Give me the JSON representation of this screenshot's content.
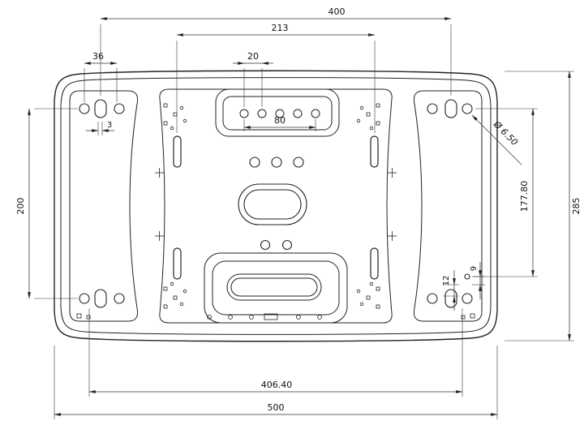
{
  "drawing": {
    "type": "engineering-drawing",
    "subject": "tv-wall-mount-plate-front-view",
    "colors": {
      "line": "#222222",
      "dim_line": "#333333",
      "text": "#111111",
      "background": "#ffffff"
    },
    "dims": {
      "width_400": "400",
      "slot_span_213": "213",
      "hole_span_36": "36",
      "tab_hole_span_20": "20",
      "tab_span_80": "80",
      "offset_3": "3",
      "height_200": "200",
      "height_177_80": "177.80",
      "height_285": "285",
      "hole_dia": "Ø 6.50",
      "offset_12": "12",
      "offset_9": "9",
      "span_406_40": "406.40",
      "width_500": "500"
    }
  }
}
